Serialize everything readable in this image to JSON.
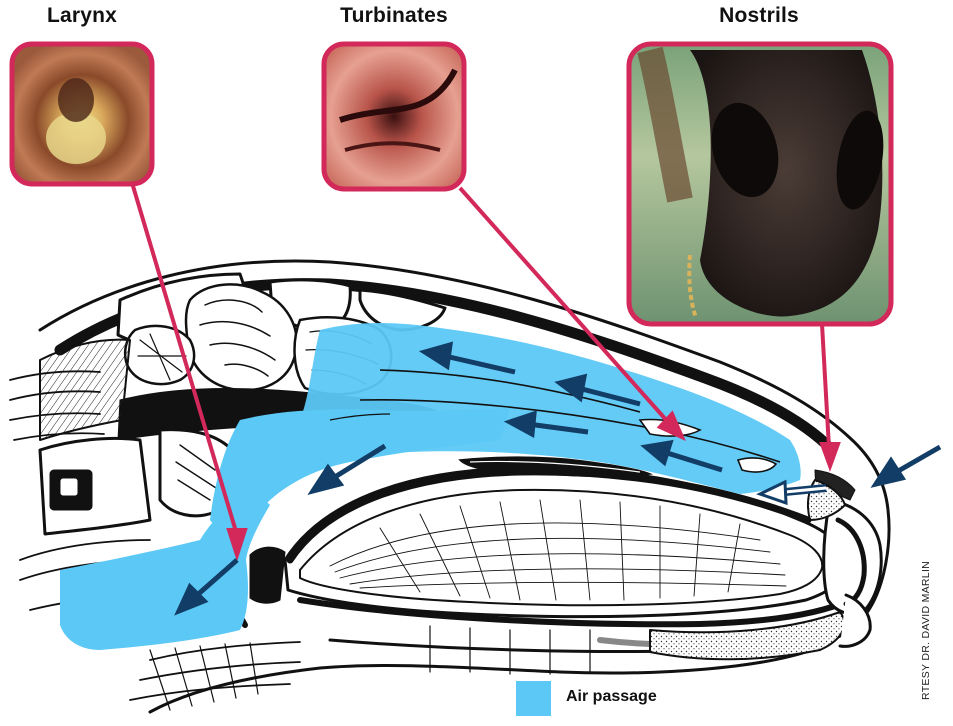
{
  "panels": {
    "larynx": "Larynx",
    "turbinates": "Turbinates",
    "nostrils": "Nostrils"
  },
  "legend": {
    "label": "Air passage",
    "color": "#5bc8f5"
  },
  "credit": "RTESY DR. DAVID MARLIN",
  "colors": {
    "callout_frame": "#d2285a",
    "arrow": "#123d66",
    "outline": "#111111"
  }
}
